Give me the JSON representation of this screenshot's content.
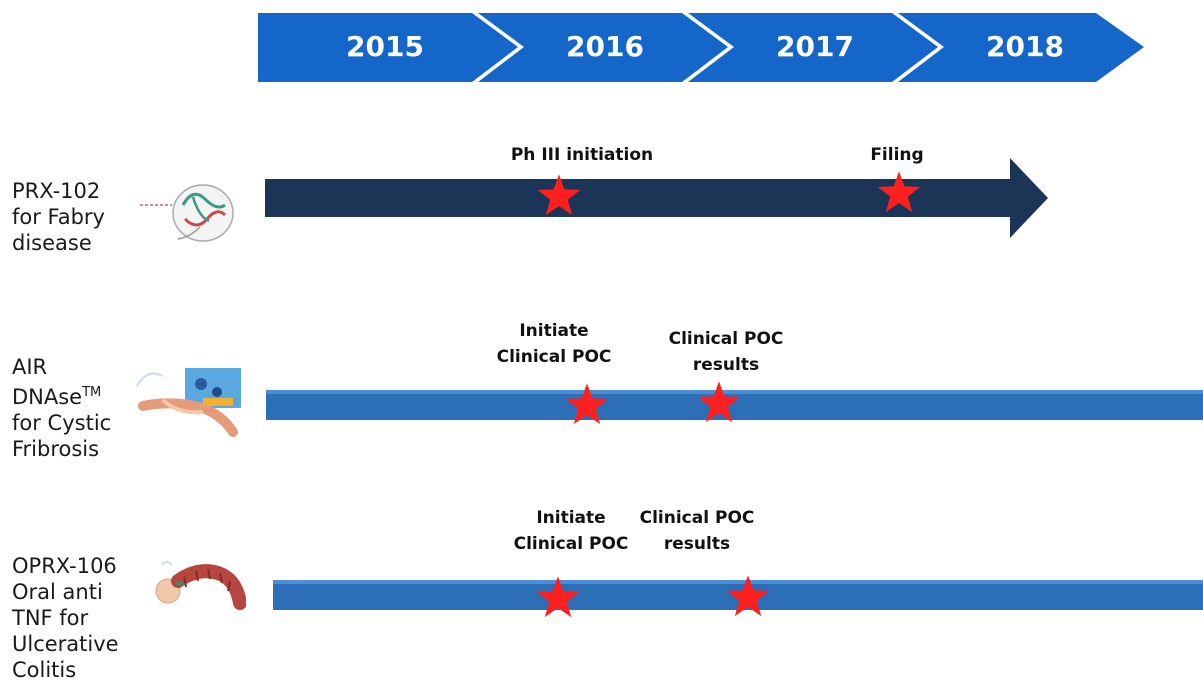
{
  "timeline": {
    "years": [
      "2015",
      "2016",
      "2017",
      "2018"
    ],
    "header_color": "#1466c8"
  },
  "programs": [
    {
      "label_lines": [
        "PRX-102",
        "for Fabry",
        "disease"
      ],
      "bar_color": "#1a3556",
      "milestones": [
        {
          "label_lines": [
            "Ph III  initiation"
          ]
        },
        {
          "label_lines": [
            "Filing"
          ]
        }
      ],
      "icon": "protein-structure-icon"
    },
    {
      "label_lines": [
        "AIR",
        "DNAse",
        "for Cystic",
        "Fribrosis"
      ],
      "trademark": "TM",
      "bar_color": "#2c6fb6",
      "milestones": [
        {
          "label_lines": [
            "Initiate",
            "Clinical POC"
          ]
        },
        {
          "label_lines": [
            "Clinical POC",
            "results"
          ]
        }
      ],
      "icon": "airway-lungs-icon"
    },
    {
      "label_lines": [
        "OPRX-106",
        "Oral anti",
        "TNF for",
        "Ulcerative",
        "Colitis"
      ],
      "bar_color": "#2c6fb6",
      "milestones": [
        {
          "label_lines": [
            "Initiate",
            "Clinical POC"
          ]
        },
        {
          "label_lines": [
            "Clinical POC",
            "results"
          ]
        }
      ],
      "icon": "colon-intestine-icon"
    }
  ],
  "star_color": "#ff1f1f"
}
